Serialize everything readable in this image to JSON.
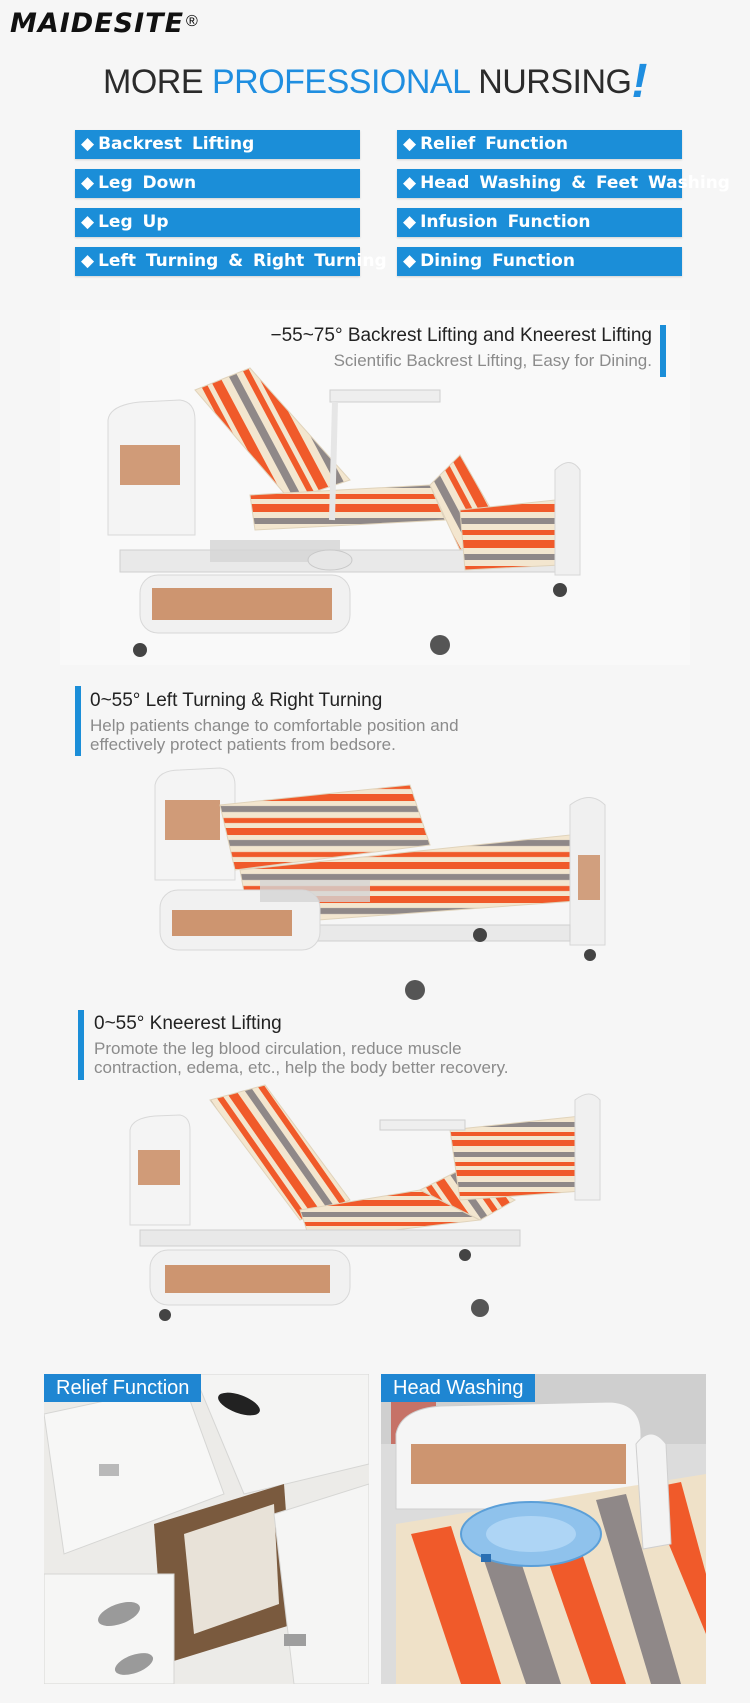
{
  "brand": {
    "logo_text": "MAIDESITE",
    "registered_mark": "®"
  },
  "headline": {
    "part1": "MORE ",
    "part2": "PROFESSIONAL",
    "part3": " NURSING",
    "mark": "!"
  },
  "features": {
    "left": [
      {
        "label": "Backrest  Lifting"
      },
      {
        "label": "Leg  Down"
      },
      {
        "label": "Leg  Up"
      },
      {
        "label": "Left  Turning  &  Right  Turning"
      }
    ],
    "right": [
      {
        "label": "Relief  Function"
      },
      {
        "label": "Head  Washing  &  Feet  Washing"
      },
      {
        "label": "Infusion  Function"
      },
      {
        "label": "Dining  Function"
      }
    ],
    "bullet": "◆"
  },
  "sections": {
    "backrest": {
      "title": "−55~75°  Backrest Lifting and Kneerest Lifting",
      "subtitle": "Scientific Backrest Lifting, Easy for Dining."
    },
    "turning": {
      "title": "0~55°  Left Turning & Right Turning",
      "line1": "Help patients change to comfortable position and",
      "line2": "effectively protect patients from bedsore."
    },
    "kneerest": {
      "title": "0~55°  Kneerest Lifting",
      "line1": "Promote the leg blood circulation, reduce muscle",
      "line2": "contraction, edema, etc., help the body better recovery."
    }
  },
  "photos": {
    "relief": "Relief Function",
    "head_washing": "Head Washing"
  },
  "colors": {
    "accent_blue": "#1b8ed8",
    "mattress_orange": "#f05a2a",
    "mattress_gray": "#8f8888",
    "mattress_cream": "#f3e6cf",
    "wood_panel": "#c98b62"
  }
}
